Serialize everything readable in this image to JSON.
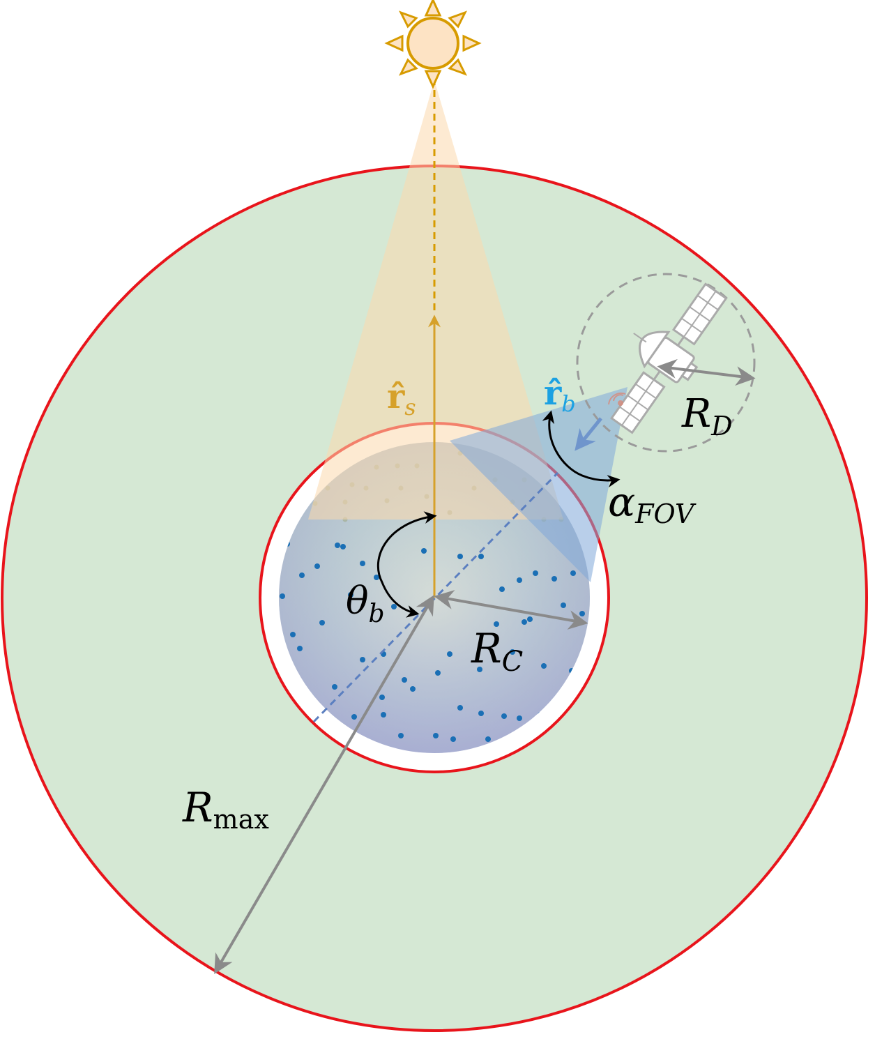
{
  "labels": {
    "r_max": {
      "main": "R",
      "sub": "max"
    },
    "r_c": {
      "main": "R",
      "sub": "C"
    },
    "r_d": {
      "main": "R",
      "sub": "D"
    },
    "theta_b": {
      "main": "θ",
      "sub": "b"
    },
    "alpha_fov": {
      "main": "α",
      "sub": "FOV"
    },
    "r_s_hat": {
      "main": "r̂",
      "sub": "s"
    },
    "r_b_hat": {
      "main": "r̂",
      "sub": "b"
    }
  },
  "colors": {
    "outer_fill": "#d5e8d4",
    "boundary_red": "#e8141b",
    "sun_fill": "#fde3c4",
    "sun_stroke": "#d79b00",
    "sun_vector": "#d6a12a",
    "sun_cone": "#f6dfc0",
    "boresight_blue": "#1ba1e2",
    "fov_cone": "#7fa8d8",
    "comet_dots": "#1a6fb5",
    "dimension_gray": "#8a8a8a",
    "satellite_gray": "#aaaaaa"
  },
  "icons": {
    "sun": "sun-icon",
    "satellite": "satellite-icon",
    "signal": "signal-icon"
  }
}
